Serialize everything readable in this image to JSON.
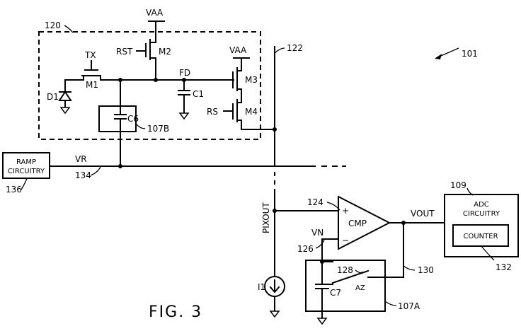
{
  "figure": {
    "label": "FIG. 3",
    "ref": "101"
  },
  "supply": {
    "vaa_top": "VAA",
    "vaa_right": "VAA"
  },
  "pixel": {
    "ref": "120",
    "tx": "TX",
    "m1": "M1",
    "d1": "D1",
    "rst": "RST",
    "m2": "M2",
    "fd": "FD",
    "c1": "C1",
    "m3": "M3",
    "rs": "RS",
    "m4": "M4",
    "c6": "C6",
    "cap_block_ref": "107B"
  },
  "column_line": {
    "ref": "122",
    "label": "PIXOUT",
    "current_source": "I1"
  },
  "ramp": {
    "box_line1": "RAMP",
    "box_line2": "CIRCUITRY",
    "box_ref": "136",
    "line_label": "VR",
    "line_ref": "134"
  },
  "comparator": {
    "label": "CMP",
    "plus": "+",
    "minus": "−",
    "plus_ref": "124",
    "minus_label": "VN",
    "minus_ref": "126",
    "out_label": "VOUT",
    "out_ref": "130"
  },
  "autozero": {
    "switch": "AZ",
    "switch_ref": "128",
    "cap": "C7",
    "block_ref": "107A"
  },
  "adc": {
    "line1": "ADC",
    "line2": "CIRCUITRY",
    "ref": "109",
    "counter": "COUNTER",
    "counter_ref": "132"
  }
}
